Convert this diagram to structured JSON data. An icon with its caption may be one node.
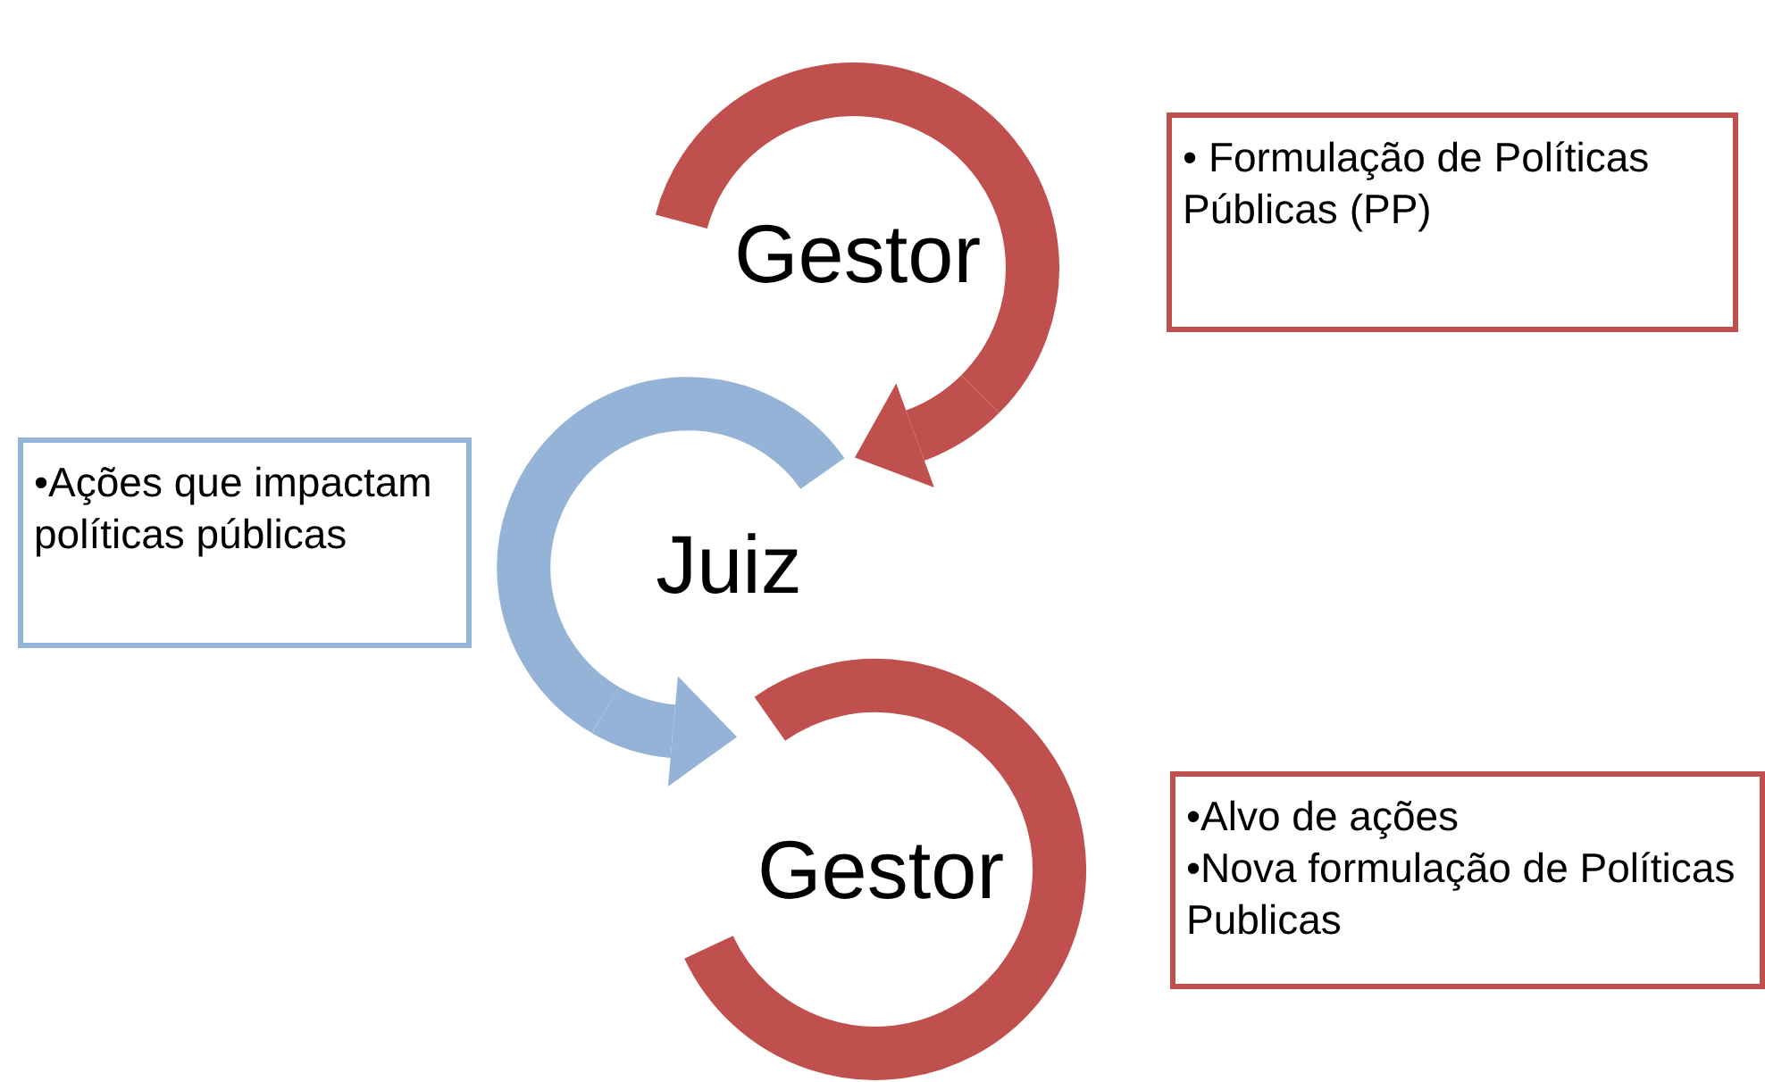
{
  "diagram": {
    "nodes": [
      {
        "text": [
          "Gestor"
        ]
      },
      {
        "text": [
          "Juiz"
        ]
      },
      {
        "text": [
          "Gestor"
        ]
      },
      {
        "text": [
          "• Formulação de Políticas Públicas (PP)"
        ]
      },
      {
        "text": [
          "•Ações que impactam políticas públicas"
        ]
      },
      {
        "text": [
          "•Alvo de ações",
          "•Nova formulação de Políticas Publicas"
        ]
      }
    ],
    "edges": [
      {
        "from": 0,
        "to": 1,
        "arrow": "to",
        "color": "#c0504d"
      },
      {
        "from": 1,
        "to": 2,
        "arrow": "to",
        "color": "#95b3d7"
      }
    ]
  }
}
